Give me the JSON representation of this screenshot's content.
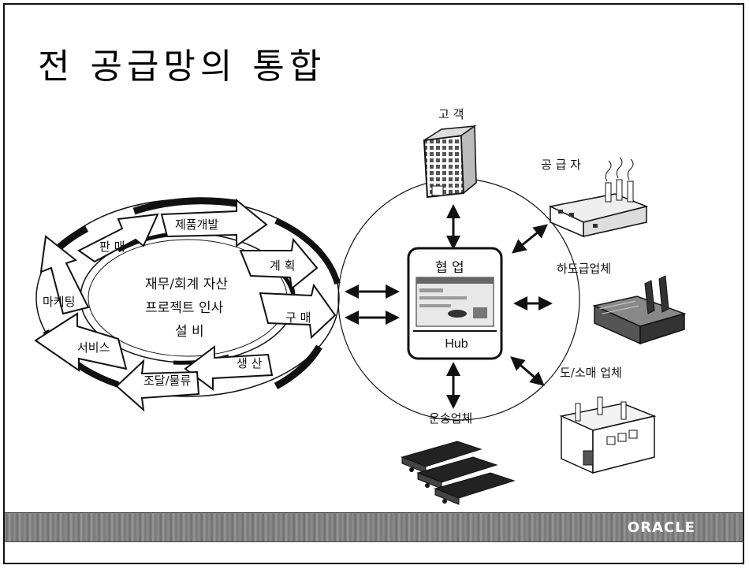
{
  "slide": {
    "title": "전 공급망의 통합",
    "footer_logo": "ORACLE"
  },
  "cycle": {
    "segments": [
      "제품개발",
      "계 획",
      "구 매",
      "생 산",
      "조달/물류",
      "서비스",
      "마케팅",
      "판 매"
    ],
    "center_lines": [
      "재무/회계 자산",
      "프로젝트 인사",
      "설 비"
    ]
  },
  "hub": {
    "top_label": "협 업",
    "bottom_label": "Hub"
  },
  "partners": {
    "customer": "고 객",
    "supplier": "공 급 자",
    "subcontractor": "하도급업체",
    "wholesale_retail": "도/소매 업체",
    "transport": "운송업체"
  }
}
